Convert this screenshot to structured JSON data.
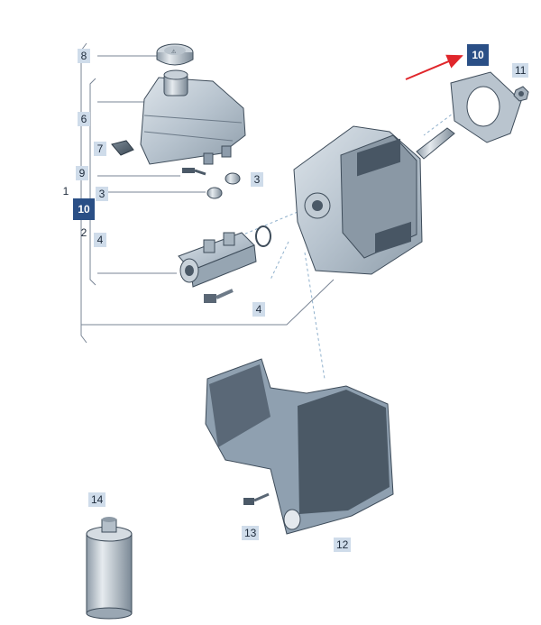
{
  "diagram": {
    "callouts": {
      "c1": "1",
      "c2": "2",
      "c3a": "3",
      "c3b": "3",
      "c4a": "4",
      "c4b": "4",
      "c6": "6",
      "c7": "7",
      "c8": "8",
      "c9": "9",
      "c10_left": "10",
      "c10_right": "10",
      "c11": "11",
      "c12": "12",
      "c13": "13",
      "c14": "14"
    },
    "colors": {
      "part_fill": "#bcc8d3",
      "part_shade": "#8d9cab",
      "part_dark": "#3e4c5a",
      "leader_line": "#6f86a3",
      "callout_bg": "#cfdcea",
      "callout_dark": "#2a4f86",
      "arrow": "#e0262b"
    }
  }
}
